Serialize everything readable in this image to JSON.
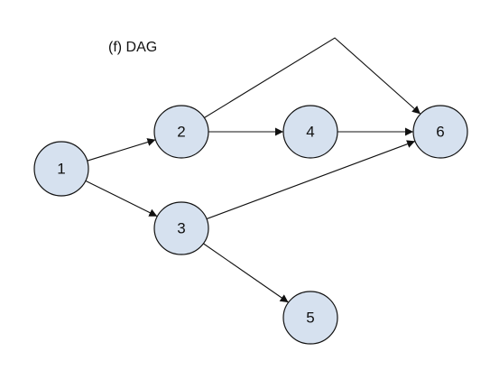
{
  "diagram": {
    "title": "(f) DAG",
    "nodes": [
      {
        "id": "1",
        "label": "1"
      },
      {
        "id": "2",
        "label": "2"
      },
      {
        "id": "3",
        "label": "3"
      },
      {
        "id": "4",
        "label": "4"
      },
      {
        "id": "5",
        "label": "5"
      },
      {
        "id": "6",
        "label": "6"
      }
    ],
    "edges": [
      {
        "from": "1",
        "to": "2"
      },
      {
        "from": "1",
        "to": "3"
      },
      {
        "from": "2",
        "to": "4"
      },
      {
        "from": "2",
        "to": "6",
        "via": "bend"
      },
      {
        "from": "4",
        "to": "6"
      },
      {
        "from": "3",
        "to": "6"
      },
      {
        "from": "3",
        "to": "5"
      }
    ]
  },
  "colors": {
    "node_fill": "#d6e1ef",
    "stroke": "#111111"
  }
}
